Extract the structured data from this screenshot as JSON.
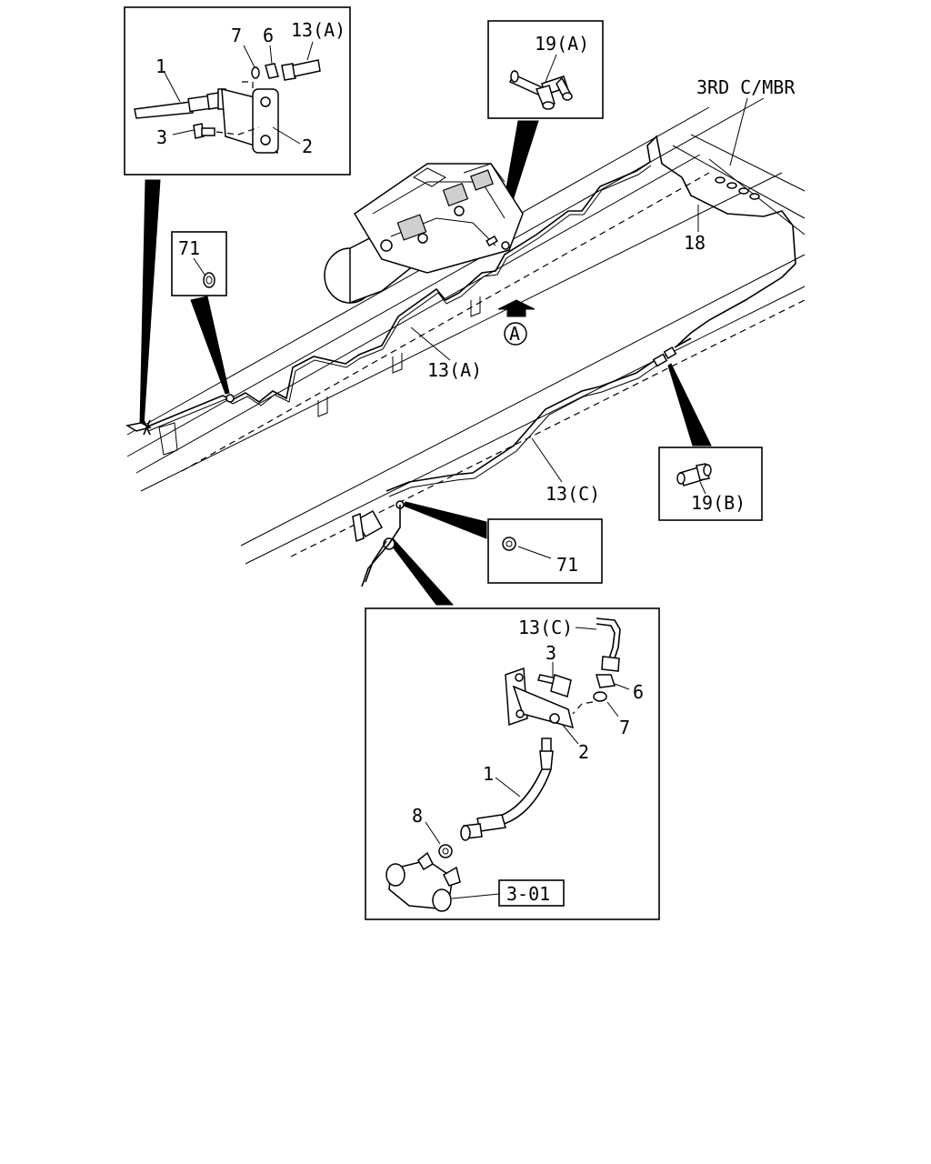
{
  "labels": {
    "inset_tl_1": "1",
    "inset_tl_2": "2",
    "inset_tl_3": "3",
    "inset_tl_6": "6",
    "inset_tl_7": "7",
    "inset_tl_13a": "13(A)",
    "inset_19a": "19(A)",
    "third_cmbr": "3RD C/MBR",
    "pipe_18": "18",
    "inset_71_top": "71",
    "view_a": "A",
    "pipe_13a": "13(A)",
    "pipe_13c": "13(C)",
    "inset_19b": "19(B)",
    "inset_71_mid": "71",
    "inset_b_13c": "13(C)",
    "inset_b_3": "3",
    "inset_b_6": "6",
    "inset_b_7": "7",
    "inset_b_2": "2",
    "inset_b_1": "1",
    "inset_b_8": "8",
    "ref_box": "3-01"
  }
}
